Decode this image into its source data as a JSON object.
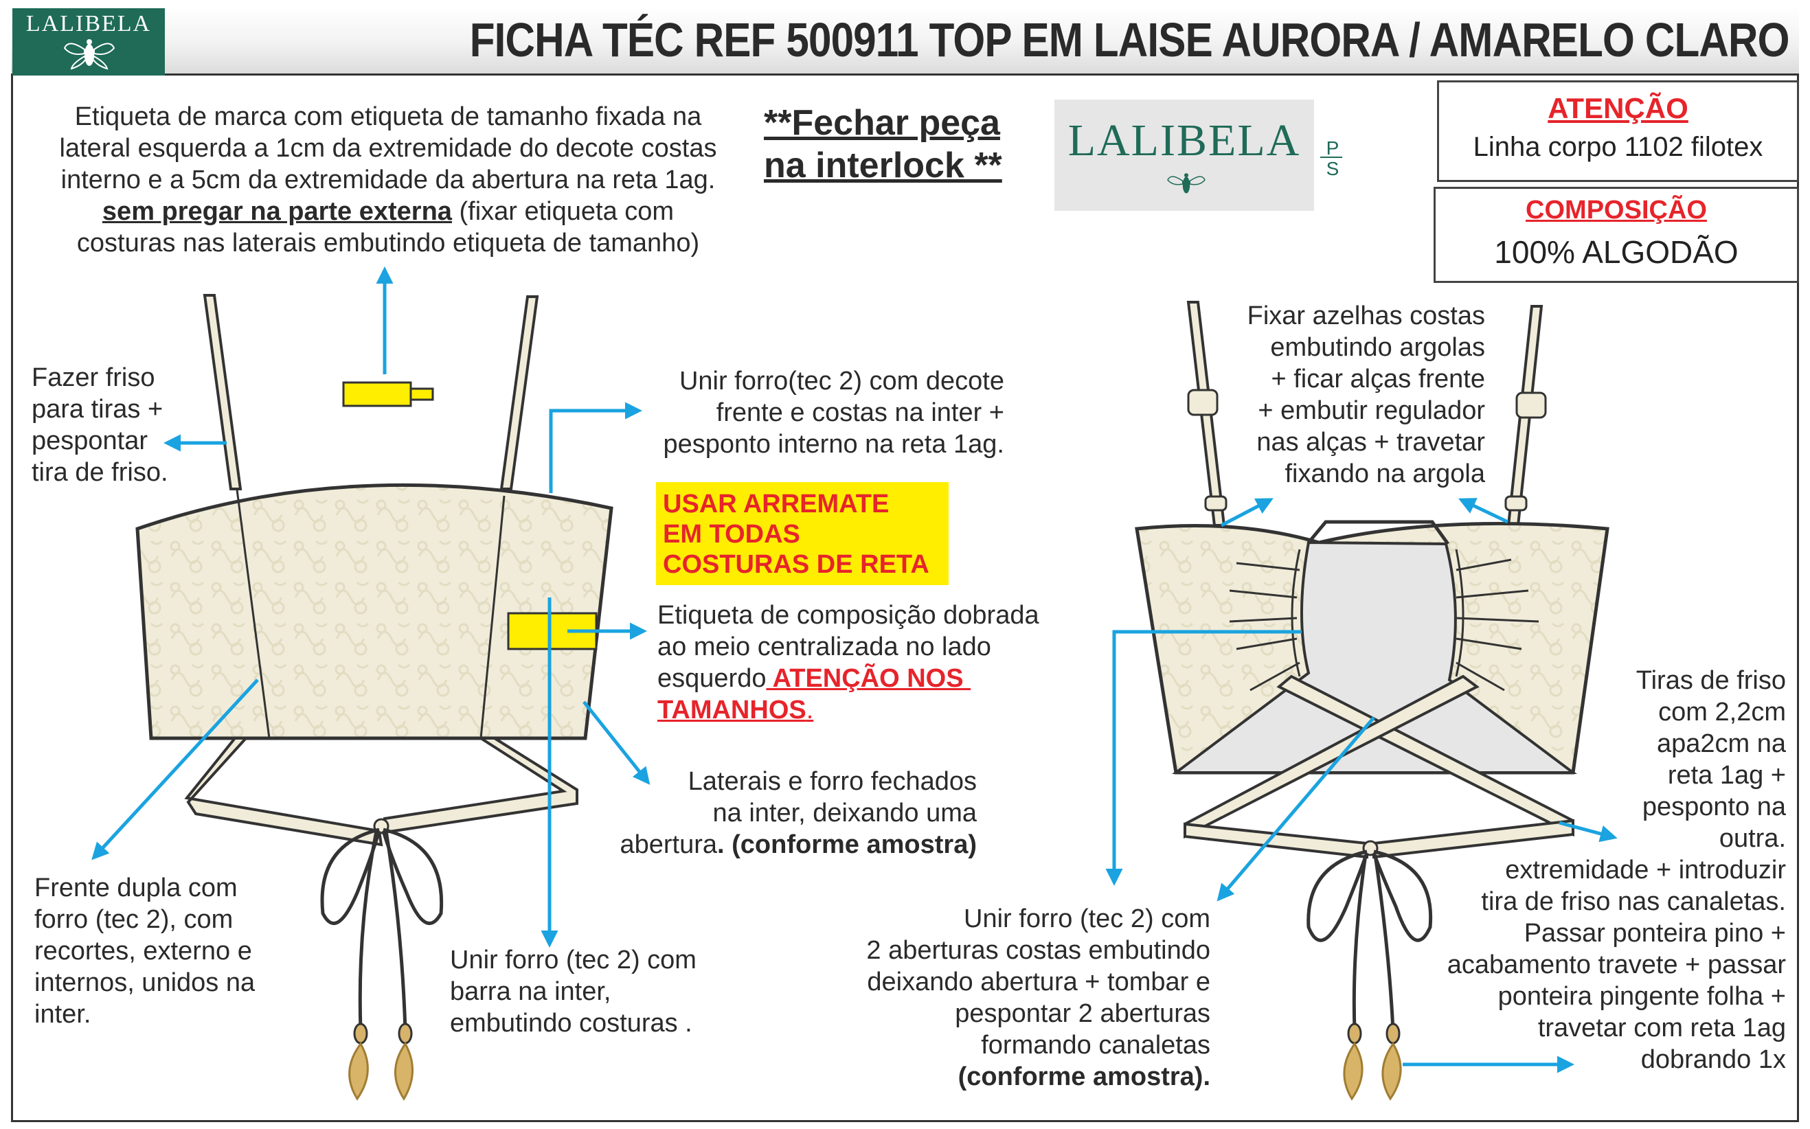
{
  "header": {
    "logo_text": "LALIBELA",
    "title": "FICHA TÉC REF 500911 TOP EM LAISE AURORA / AMARELO CLARO"
  },
  "notes": {
    "brand_label": {
      "line1": "Etiqueta de marca com etiqueta de tamanho fixada na",
      "line2": "lateral esquerda a 1cm da extremidade do decote costas",
      "line3": "interno e a 5cm da extremidade da abertura na reta 1ag.",
      "line4_emph": "sem pregar na parte externa",
      "line4_rest": " (fixar etiqueta com",
      "line5": "costuras nas laterais embutindo etiqueta de  tamanho)"
    },
    "interlock": {
      "line1": "**Fechar peça",
      "line2": "na interlock **"
    },
    "friso": {
      "line1": "Fazer friso",
      "line2": "para tiras +",
      "line3": "pespontar",
      "line4": "tira de friso."
    },
    "lining_neck": {
      "line1": "Unir forro(tec 2) com decote",
      "line2": "frente e costas na inter +",
      "line3": "pesponto interno na reta 1ag."
    },
    "warning": {
      "line1": "USAR ARREMATE",
      "line2": "EM TODAS",
      "line3": "COSTURAS DE RETA"
    },
    "composition_label": {
      "line1": "Etiqueta de composição dobrada",
      "line2": "ao meio centralizada no lado",
      "line3_a": "esquerdo",
      "line3_b": " ATENÇÃO NOS ",
      "line4": "TAMANHOS",
      "line4_dot": "."
    },
    "sides": {
      "line1": "Laterais e forro fechados",
      "line2": "na inter, deixando uma",
      "line3_a": "abertura",
      "line3_b": ". (conforme amostra)"
    },
    "front": {
      "line1": "Frente dupla com",
      "line2": "forro (tec 2), com",
      "line3": "recortes, externo e",
      "line4": "internos, unidos na",
      "line5": "inter."
    },
    "hem": {
      "line1": "Unir forro (tec 2) com",
      "line2": "barra na inter,",
      "line3": "embutindo costuras ."
    },
    "loops": {
      "line1": "Fixar azelhas costas",
      "line2": "embutindo argolas",
      "line3": "+ ficar alças frente",
      "line4": "+ embutir regulador",
      "line5": "nas alças + travetar",
      "line6": "fixando na argola"
    },
    "back_lining": {
      "line1": "Unir forro (tec 2) com",
      "line2": "2 aberturas costas embutindo",
      "line3": "deixando abertura + tombar e",
      "line4": "pespontar 2 aberturas",
      "line5": "formando canaletas",
      "line6": "(conforme amostra)."
    },
    "strips": {
      "line1": "Tiras de friso",
      "line2": "com 2,2cm",
      "line3": "apa2cm na",
      "line4": "reta 1ag +",
      "line5": "pesponto na",
      "line6": "outra.",
      "line7": "extremidade + introduzir",
      "line8": "tira de friso nas canaletas.",
      "line9": "Passar ponteira pino +",
      "line10": "acabamento travete + passar",
      "line11": "ponteira pingente folha +",
      "line12": "travetar com reta 1ag",
      "line13": "dobrando 1x"
    }
  },
  "attention_box": {
    "heading": "ATENÇÃO",
    "text": "Linha corpo 1102 filotex"
  },
  "composition_box": {
    "heading": "COMPOSIÇÃO",
    "text": "100% ALGODÃO"
  },
  "logo2": {
    "text": "LALIBELA",
    "p": "P",
    "s": "S"
  },
  "colors": {
    "brand_green": "#1f6b57",
    "arrow_blue": "#1aa3e0",
    "warning_red": "#e6242b",
    "label_yellow": "#ffee00",
    "fabric": "#f0ecd9"
  }
}
